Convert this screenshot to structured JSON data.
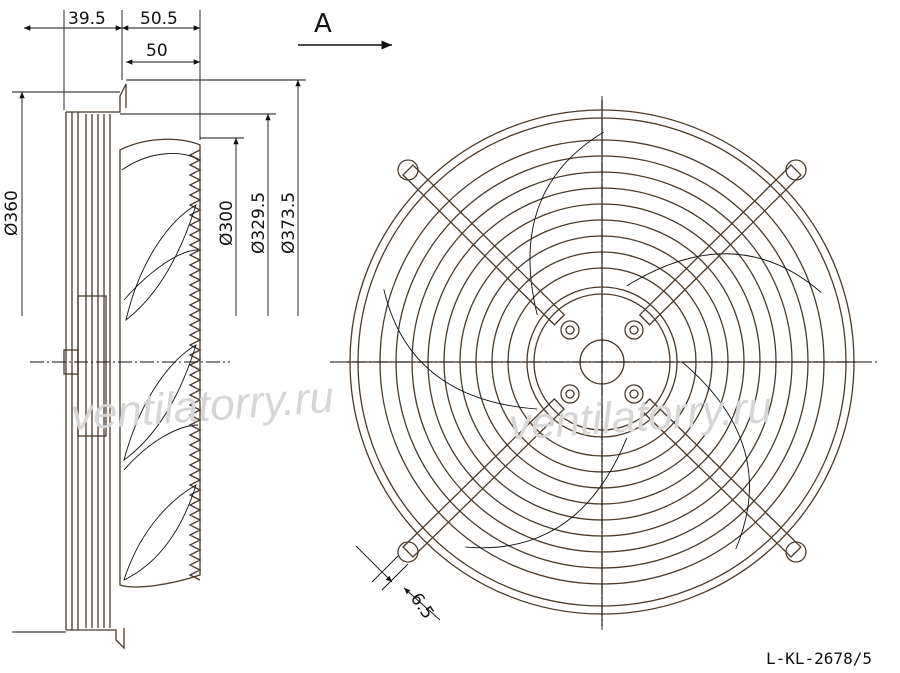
{
  "view_label": "A",
  "dimensions": {
    "w1": "39.5",
    "w2": "50.5",
    "w3": "50",
    "d360": "Ø360",
    "d300": "Ø300",
    "d329": "Ø329.5",
    "d373": "Ø373.5",
    "rod": "6.5"
  },
  "watermark": "ventilatorry.ru",
  "drawing_code": "L-KL-2678/5",
  "colors": {
    "outline": "#4a3a2a",
    "dim": "#111111",
    "watermark": "#d6d6d6"
  }
}
